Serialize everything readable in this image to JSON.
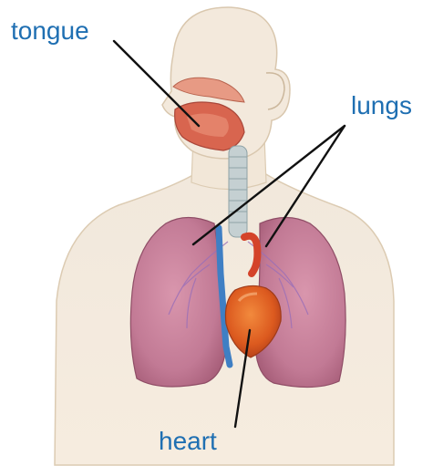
{
  "labels": {
    "tongue": "tongue",
    "lungs": "lungs",
    "heart": "heart"
  },
  "colors": {
    "label_text": "#1f6fb2",
    "leader_line": "#111111",
    "skin": "#f6eadb",
    "skin_outline": "#d8c6ad",
    "lung": "#c47c96",
    "heart": "#d9541e",
    "trachea": "#b9c7c9",
    "vein": "#3f7fc4",
    "tongue": "#d36a55"
  }
}
